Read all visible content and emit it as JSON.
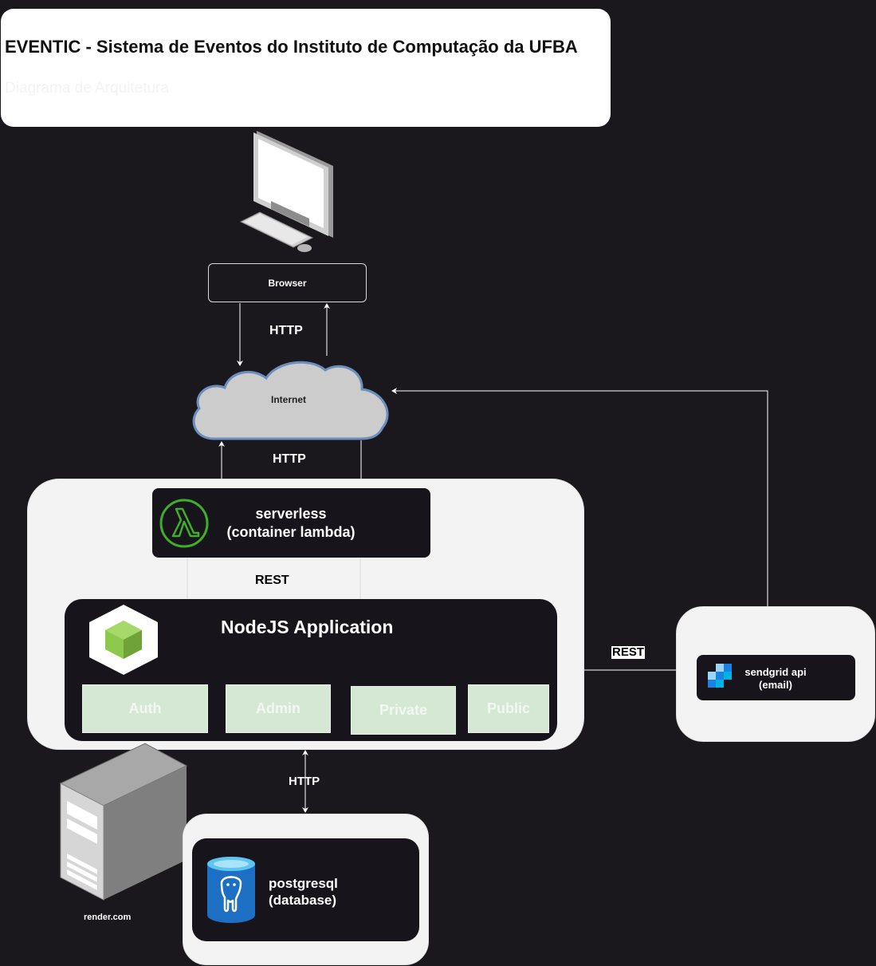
{
  "header": {
    "title": "EVENTIC - Sistema de Eventos do Instituto de Computação da UFBA",
    "subtitle": "Diagrama de Arquitetura"
  },
  "client": {
    "browser_label": "Browser",
    "http_label": "HTTP"
  },
  "internet": {
    "label": "Internet",
    "http_label": "HTTP"
  },
  "serverless": {
    "line1": "serverless",
    "line2": "(container lambda)",
    "rest_label": "REST"
  },
  "node_app": {
    "title": "NodeJS Application",
    "modules": [
      "Auth",
      "Admin",
      "Private",
      "Public"
    ]
  },
  "sendgrid": {
    "rest_label": "REST",
    "line1": "sendgrid api",
    "line2": "(email)"
  },
  "database": {
    "http_label": "HTTP",
    "host_label": "render.com",
    "line1": "postgresql",
    "line2": "(database)"
  },
  "colors": {
    "background": "#1b181d",
    "panel": "#f3f3f3",
    "module_fill": "#d5e8d4",
    "cloud_fill": "#cccccc",
    "cloud_stroke": "#6c8ebf",
    "lambda_green": "#3fae2a",
    "node_green": "#8cc84b",
    "postgres_blue": "#1d6fc4",
    "sendgrid_blue": "#1a82e2"
  },
  "icons": [
    "desktop-computer-icon",
    "cloud-icon",
    "aws-lambda-icon",
    "nodejs-icon",
    "sendgrid-icon",
    "server-tower-icon",
    "postgresql-database-icon"
  ]
}
